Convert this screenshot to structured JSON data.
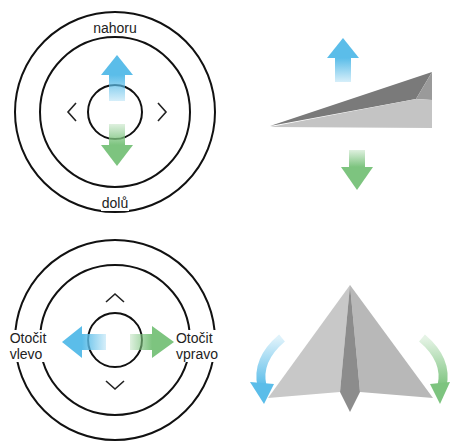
{
  "diagram": {
    "labels": [
      "nahoru",
      "dolů",
      "Otočit vlevo",
      "Otočit vpravo"
    ]
  }
}
